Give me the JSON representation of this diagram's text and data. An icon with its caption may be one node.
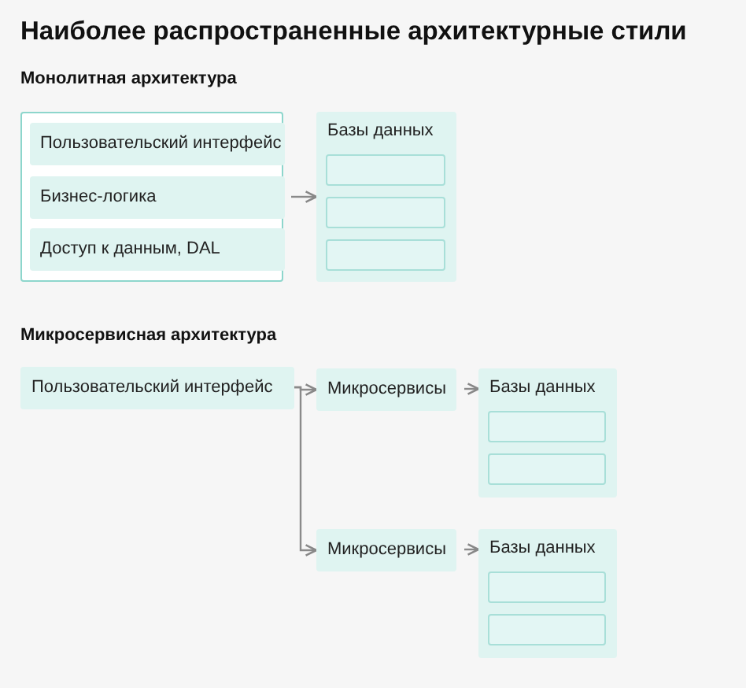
{
  "diagram": {
    "title": "Наиболее распространенные архитектурные стили",
    "nodes": [
      {
        "text": [],
        "shape": "box"
      },
      {
        "text": [
          "Пользовательский интерфейс"
        ],
        "in": 0
      },
      {
        "text": [
          "Бизнес-логика"
        ],
        "in": 0
      },
      {
        "text": [
          "Доступ к данным, DAL"
        ],
        "in": 0
      },
      {
        "text": [
          "Базы данных"
        ]
      },
      {
        "text": [],
        "shape": "box",
        "in": 4
      },
      {
        "text": [],
        "shape": "box",
        "in": 4
      },
      {
        "text": [],
        "shape": "box",
        "in": 4
      },
      {
        "text": [
          "Пользовательский интерфейс"
        ]
      },
      {
        "text": [
          "Микросервисы"
        ]
      },
      {
        "text": [
          "Базы данных"
        ]
      },
      {
        "text": [],
        "shape": "box",
        "in": 10
      },
      {
        "text": [],
        "shape": "box",
        "in": 10
      },
      {
        "text": [
          "Микросервисы"
        ]
      },
      {
        "text": [
          "Базы данных"
        ]
      },
      {
        "text": [],
        "shape": "box",
        "in": 14
      },
      {
        "text": [],
        "shape": "box",
        "in": 14
      }
    ],
    "edges": [
      {
        "from": 0,
        "to": 4,
        "arrow": "to"
      },
      {
        "from": 8,
        "to": 9,
        "arrow": "to"
      },
      {
        "from": 8,
        "to": 13,
        "arrow": "to"
      },
      {
        "from": 9,
        "to": 10,
        "arrow": "to"
      },
      {
        "from": 13,
        "to": 14,
        "arrow": "to"
      }
    ],
    "labels": [
      "Монолитная архитектура",
      "Микросервисная архитектура"
    ]
  }
}
